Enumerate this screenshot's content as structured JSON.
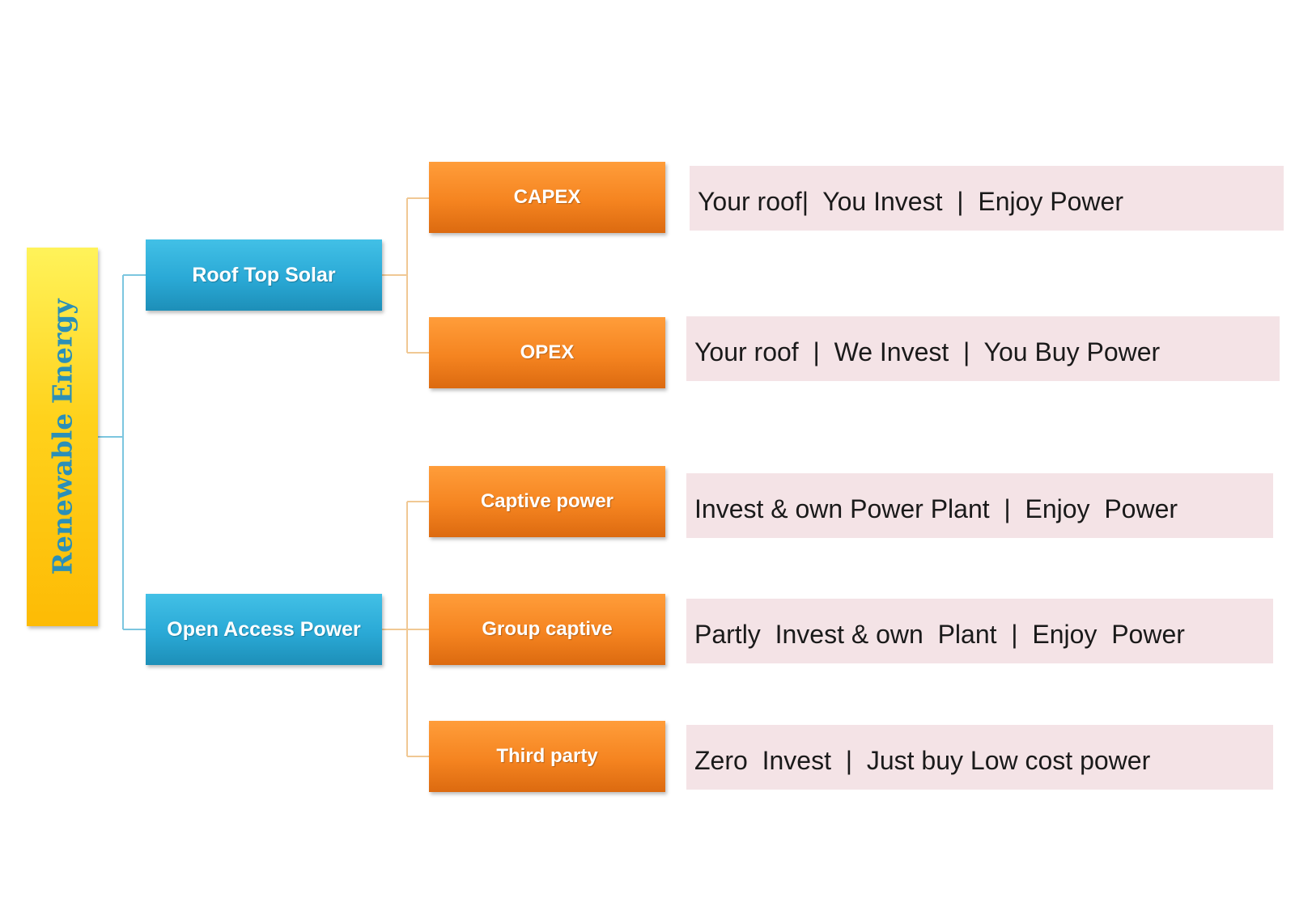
{
  "root": {
    "label": "Renewable Energy"
  },
  "branches": [
    {
      "label": "Roof Top Solar",
      "options": [
        {
          "label": "CAPEX",
          "description": "Your roof|  You Invest  |  Enjoy Power"
        },
        {
          "label": "OPEX",
          "description": "Your roof  |  We Invest  |  You Buy Power"
        }
      ]
    },
    {
      "label": "Open Access Power",
      "options": [
        {
          "label": "Captive power",
          "description": "Invest & own Power Plant  |  Enjoy  Power"
        },
        {
          "label": "Group captive",
          "description": "Partly  Invest & own  Plant  |  Enjoy  Power"
        },
        {
          "label": "Third party",
          "description": "Zero  Invest  |  Just buy Low cost power"
        }
      ]
    }
  ],
  "colors": {
    "root_fill": "#ffd21c",
    "root_text": "#2b8fb7",
    "branch_fill": "#2aa9d6",
    "option_fill": "#f58420",
    "description_fill": "#f4e3e6",
    "connector_blue": "#7cc6df",
    "connector_orange": "#f0c894"
  }
}
